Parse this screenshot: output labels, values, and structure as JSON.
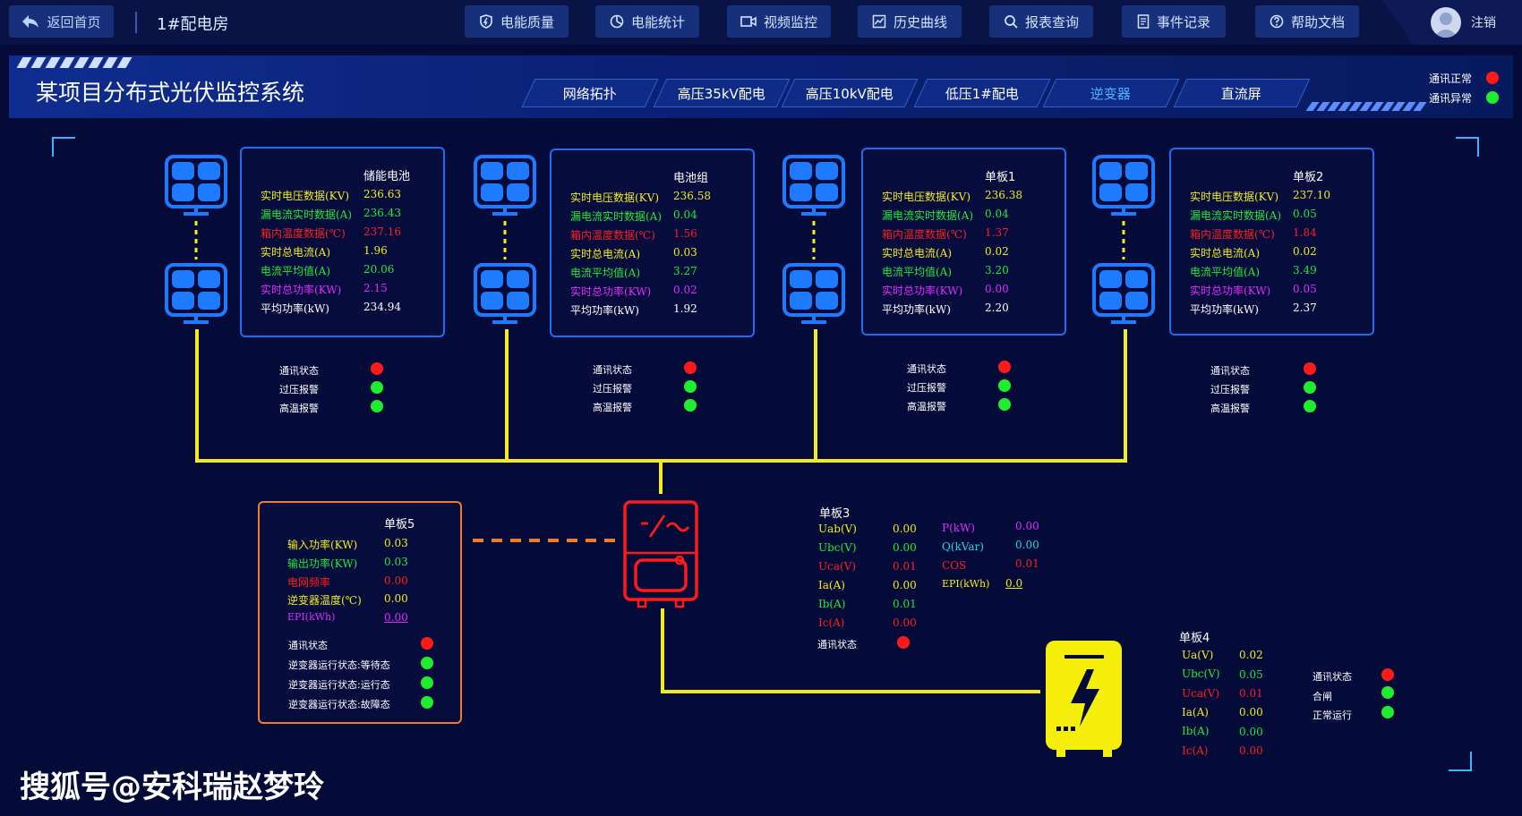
{
  "topbar": {
    "home_label": "返回首页",
    "room": "1#配电房",
    "nav": [
      "电能质量",
      "电能统计",
      "视频监控",
      "历史曲线",
      "报表查询",
      "事件记录",
      "帮助文档"
    ],
    "logout_label": "注销"
  },
  "banner": {
    "title": "某项目分布式光伏监控系统",
    "tabs": [
      "网络拓扑",
      "高压35kV配电",
      "高压10kV配电",
      "低压1#配电",
      "逆变器",
      "直流屏"
    ],
    "active_tab": "逆变器",
    "comm_normal_label": "通讯正常",
    "comm_abnormal_label": "通讯异常"
  },
  "colors": {
    "red": "#ff1a1a",
    "green": "#1fee2e",
    "yellow": "#f3ea20",
    "panel_border": "#1e6df5",
    "inverter": "#ff1a1a",
    "cabinet": "#f5ee0a"
  },
  "panels": [
    {
      "title": "储能电池",
      "rows": [
        {
          "label": "实时电压数据(KV)",
          "value": "236.63"
        },
        {
          "label": "漏电流实时数据(A)",
          "value": "236.43"
        },
        {
          "label": "箱内温度数据(℃)",
          "value": "237.16"
        },
        {
          "label": "实时总电流(A)",
          "value": "1.96"
        },
        {
          "label": "电流平均值(A)",
          "value": "20.06"
        },
        {
          "label": "实时总功率(KW)",
          "value": "2.15"
        },
        {
          "label": "平均功率(kW)",
          "value": "234.94"
        }
      ]
    },
    {
      "title": "电池组",
      "rows": [
        {
          "label": "实时电压数据(KV)",
          "value": "236.58"
        },
        {
          "label": "漏电流实时数据(A)",
          "value": "0.04"
        },
        {
          "label": "箱内温度数据(℃)",
          "value": "1.56"
        },
        {
          "label": "实时总电流(A)",
          "value": "0.03"
        },
        {
          "label": "电流平均值(A)",
          "value": "3.27"
        },
        {
          "label": "实时总功率(KW)",
          "value": "0.02"
        },
        {
          "label": "平均功率(kW)",
          "value": "1.92"
        }
      ]
    },
    {
      "title": "单板1",
      "rows": [
        {
          "label": "实时电压数据(KV)",
          "value": "236.38"
        },
        {
          "label": "漏电流实时数据(A)",
          "value": "0.04"
        },
        {
          "label": "箱内温度数据(℃)",
          "value": "1.37"
        },
        {
          "label": "实时总电流(A)",
          "value": "0.02"
        },
        {
          "label": "电流平均值(A)",
          "value": "3.20"
        },
        {
          "label": "实时总功率(KW)",
          "value": "0.00"
        },
        {
          "label": "平均功率(kW)",
          "value": "2.20"
        }
      ]
    },
    {
      "title": "单板2",
      "rows": [
        {
          "label": "实时电压数据(KV)",
          "value": "237.10"
        },
        {
          "label": "漏电流实时数据(A)",
          "value": "0.05"
        },
        {
          "label": "箱内温度数据(℃)",
          "value": "1.84"
        },
        {
          "label": "实时总电流(A)",
          "value": "0.02"
        },
        {
          "label": "电流平均值(A)",
          "value": "3.49"
        },
        {
          "label": "实时总功率(KW)",
          "value": "0.05"
        },
        {
          "label": "平均功率(kW)",
          "value": "2.37"
        }
      ]
    }
  ],
  "status_labels": [
    "通讯状态",
    "过压报警",
    "高温报警"
  ],
  "board5": {
    "title": "单板5",
    "rows": [
      {
        "label": "输入功率(KW)",
        "value": "0.03"
      },
      {
        "label": "输出功率(KW)",
        "value": "0.03"
      },
      {
        "label": "电网频率",
        "value": "0.00"
      },
      {
        "label": "逆变器温度(℃)",
        "value": "0.00"
      },
      {
        "label": "EPI(kWh)",
        "value": "0.00"
      }
    ],
    "statuses": [
      "通讯状态",
      "逆变器运行状态:等待态",
      "逆变器运行状态:运行态",
      "逆变器运行状态:故障态"
    ]
  },
  "board3": {
    "title": "单板3",
    "left": [
      {
        "label": "Uab(V)",
        "value": "0.00"
      },
      {
        "label": "Ubc(V)",
        "value": "0.00"
      },
      {
        "label": "Uca(V)",
        "value": "0.01"
      },
      {
        "label": "Ia(A)",
        "value": "0.00"
      },
      {
        "label": "Ib(A)",
        "value": "0.01"
      },
      {
        "label": "Ic(A)",
        "value": "0.00"
      }
    ],
    "right": [
      {
        "label": "P(kW)",
        "value": "0.00"
      },
      {
        "label": "Q(kVar)",
        "value": "0.00"
      },
      {
        "label": "COS",
        "value": "0.01"
      },
      {
        "label": "EPI(kWh)",
        "value": "0.0"
      }
    ],
    "status": "通讯状态"
  },
  "board4": {
    "title": "单板4",
    "rows": [
      {
        "label": "Ua(V)",
        "value": "0.02"
      },
      {
        "label": "Ubc(V)",
        "value": "0.05"
      },
      {
        "label": "Uca(V)",
        "value": "0.01"
      },
      {
        "label": "Ia(A)",
        "value": "0.00"
      },
      {
        "label": "Ib(A)",
        "value": "0.00"
      },
      {
        "label": "Ic(A)",
        "value": "0.00"
      }
    ],
    "statuses": [
      "通讯状态",
      "合闸",
      "正常运行"
    ]
  },
  "watermark": "搜狐号@安科瑞赵梦玲"
}
